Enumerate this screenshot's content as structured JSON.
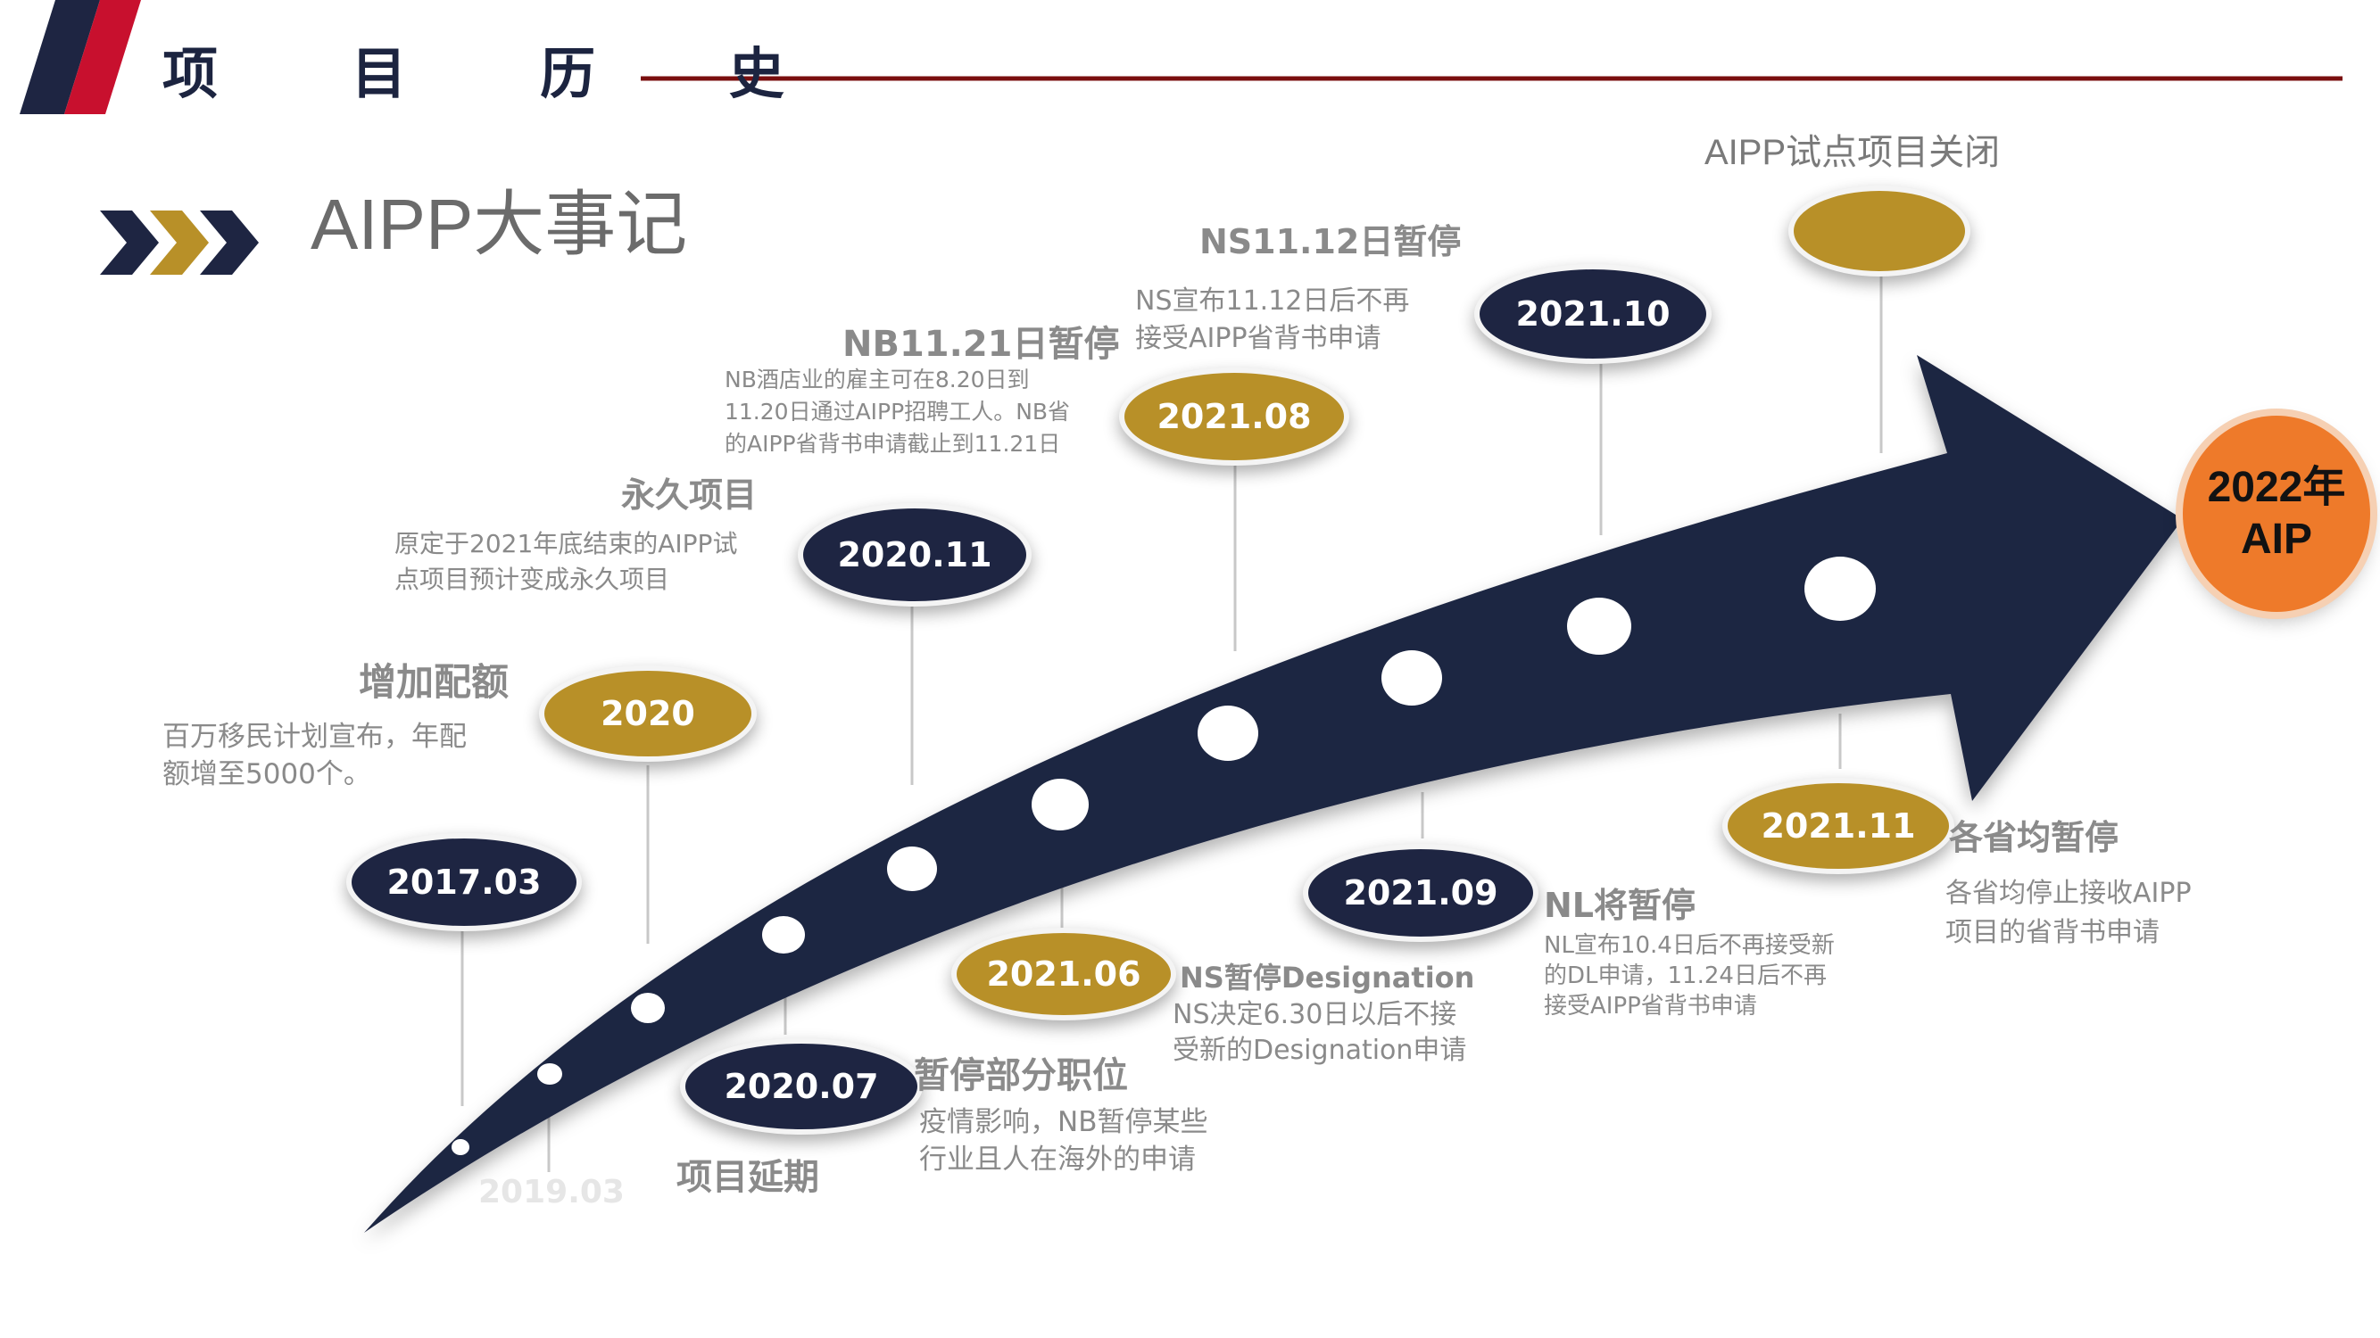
{
  "header": {
    "title": "项 目 历 史"
  },
  "section": {
    "title": "AIPP大事记"
  },
  "final": {
    "line1": "2022年",
    "line2": "AIP"
  },
  "closure": {
    "label": "AIPP试点项目关闭"
  },
  "events": {
    "e1": {
      "date": "2017.03"
    },
    "e2": {
      "date": "2020",
      "title": "增加配额",
      "desc1": "百万移民计划宣布，年配",
      "desc2": "额增至5000个。"
    },
    "e3": {
      "date": "2020.07",
      "title": "暂停部分职位",
      "desc1": "疫情影响，NB暂停某些",
      "desc2": "行业且人在海外的申请"
    },
    "e4": {
      "date": "2020.11",
      "title": "永久项目",
      "desc1": "原定于2021年底结束的AIPP试",
      "desc2": "点项目预计变成永久项目"
    },
    "e5": {
      "date": "2021.06",
      "title": "NS暂停Designation",
      "desc1": "NS决定6.30日以后不接",
      "desc2": "受新的Designation申请"
    },
    "e6": {
      "date": "2021.08",
      "title": "NB11.21日暂停",
      "desc1": "NB酒店业的雇主可在8.20日到",
      "desc2": "11.20日通过AIPP招聘工人。NB省",
      "desc3": "的AIPP省背书申请截止到11.21日"
    },
    "e7": {
      "date": "2021.09",
      "title": "NL将暂停",
      "desc1": "NL宣布10.4日后不再接受新",
      "desc2": "的DL申请，11.24日后不再",
      "desc3": "接受AIPP省背书申请"
    },
    "e8": {
      "date": "2021.10",
      "title": "NS11.12日暂停",
      "desc1": "NS宣布11.12日后不再",
      "desc2": "接受AIPP省背书申请"
    },
    "e9": {
      "date": "2021.11",
      "title": "各省均暂停",
      "desc1": "各省均停止接收AIPP",
      "desc2": "项目的省背书申请"
    },
    "e10": {
      "date": "2019.03",
      "title": "项目延期"
    }
  },
  "colors": {
    "navy": "#1e2542",
    "gold": "#b89028",
    "orange": "#ee7a2a",
    "accent_red": "#c8102e",
    "header_rule": "#7a0f0f",
    "text_gray": "#8a8a8a"
  },
  "icons": {
    "chevrons": "triple-chevron-icon"
  }
}
